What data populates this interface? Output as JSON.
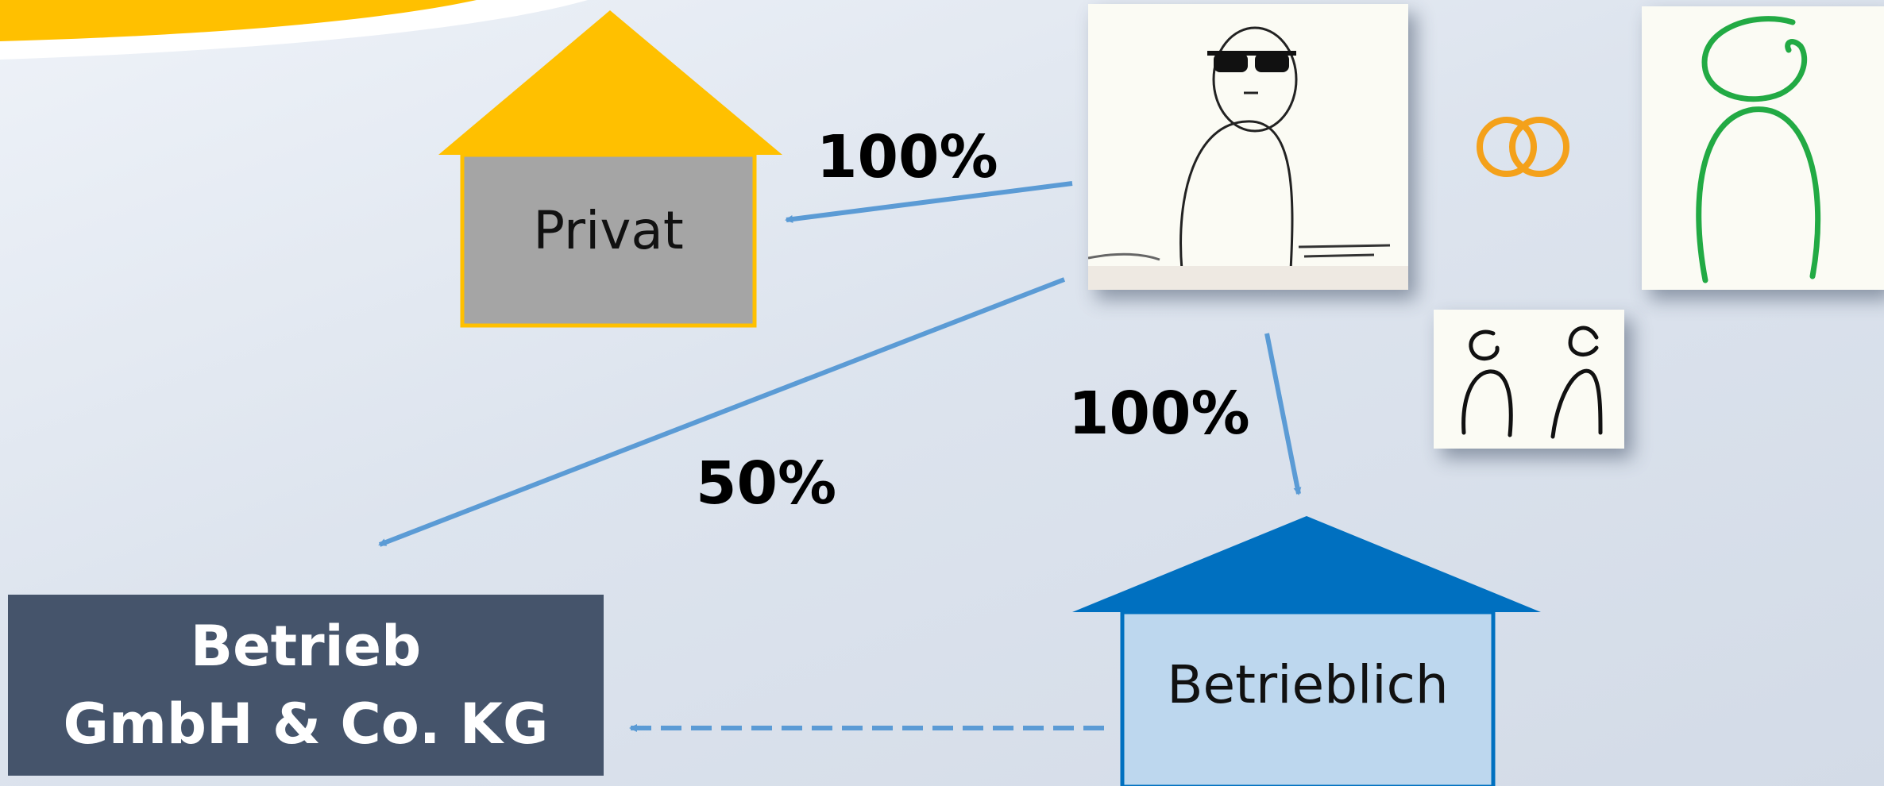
{
  "labels": {
    "privat": "Privat",
    "betrieblich": "Betrieblich",
    "pct_privat": "100%",
    "pct_betrieblich": "100%",
    "pct_betrieb": "50%",
    "betrieb_line1": "Betrieb",
    "betrieb_line2": "GmbH & Co. KG"
  },
  "colors": {
    "roof_privat": "#ffc000",
    "body_privat": "#a5a5a5",
    "roof_betrieblich": "#0070c0",
    "body_betrieblich": "#bdd7ee",
    "arrow": "#5b9bd5",
    "betrieb_box": "#45546b",
    "rings": "#f4a11a",
    "spouse": "#22aa44",
    "banner": "#ffc000"
  },
  "icons": [
    "owner-figure-icon",
    "wedding-rings-icon",
    "spouse-figure-icon",
    "children-icon"
  ]
}
